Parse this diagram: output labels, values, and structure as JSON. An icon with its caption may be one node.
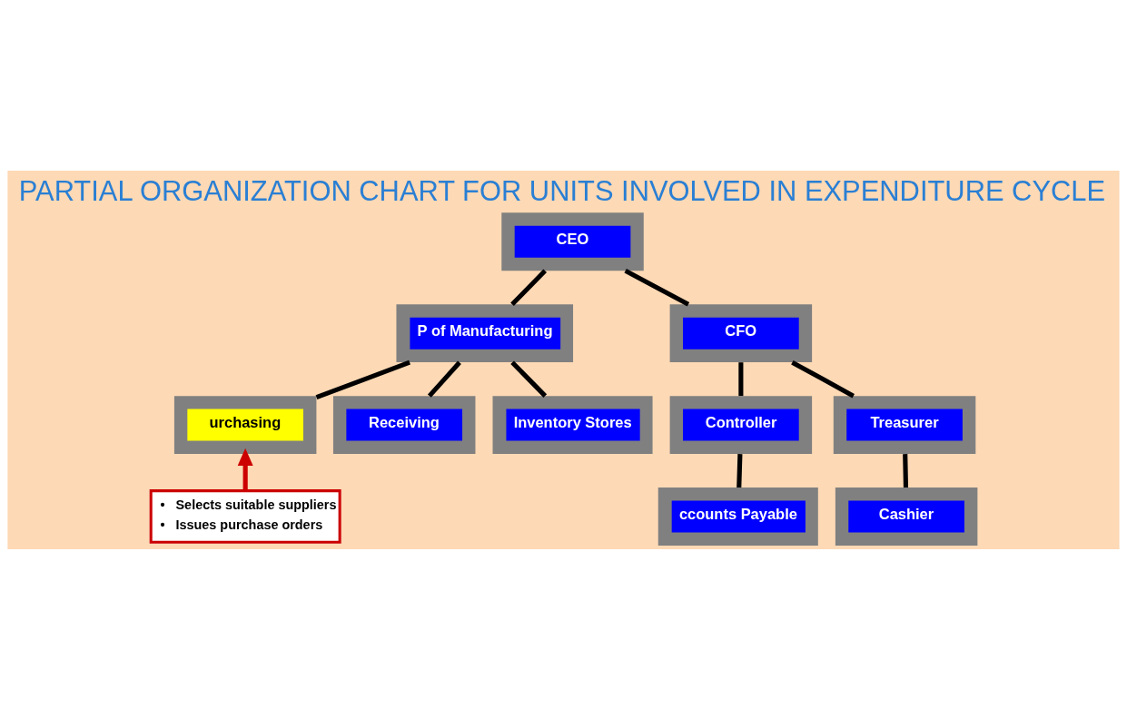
{
  "diagram": {
    "title": "PARTIAL ORGANIZATION CHART FOR UNITS INVOLVED IN EXPENDITURE CYCLE",
    "nodes": [
      {
        "text": [
          "CEO"
        ]
      },
      {
        "text": [
          "P of Manufacturing"
        ]
      },
      {
        "text": [
          "CFO"
        ]
      },
      {
        "text": [
          "urchasing"
        ]
      },
      {
        "text": [
          "Receiving"
        ]
      },
      {
        "text": [
          "Inventory Stores"
        ]
      },
      {
        "text": [
          "Controller"
        ]
      },
      {
        "text": [
          "Treasurer"
        ]
      },
      {
        "text": [
          "ccounts Payable"
        ]
      },
      {
        "text": [
          "Cashier"
        ]
      },
      {
        "text": [
          "•   Selects suitable suppliers",
          "•   Issues purchase orders"
        ]
      }
    ],
    "edges": [
      {
        "from": 0,
        "to": 1,
        "arrow": "none"
      },
      {
        "from": 0,
        "to": 2,
        "arrow": "none"
      },
      {
        "from": 1,
        "to": 3,
        "arrow": "none"
      },
      {
        "from": 1,
        "to": 4,
        "arrow": "none"
      },
      {
        "from": 1,
        "to": 5,
        "arrow": "none"
      },
      {
        "from": 2,
        "to": 6,
        "arrow": "none"
      },
      {
        "from": 2,
        "to": 7,
        "arrow": "none"
      },
      {
        "from": 6,
        "to": 8,
        "arrow": "none"
      },
      {
        "from": 7,
        "to": 9,
        "arrow": "none"
      },
      {
        "from": 10,
        "to": 3,
        "arrow": "to",
        "color": "#cc0000"
      }
    ]
  }
}
